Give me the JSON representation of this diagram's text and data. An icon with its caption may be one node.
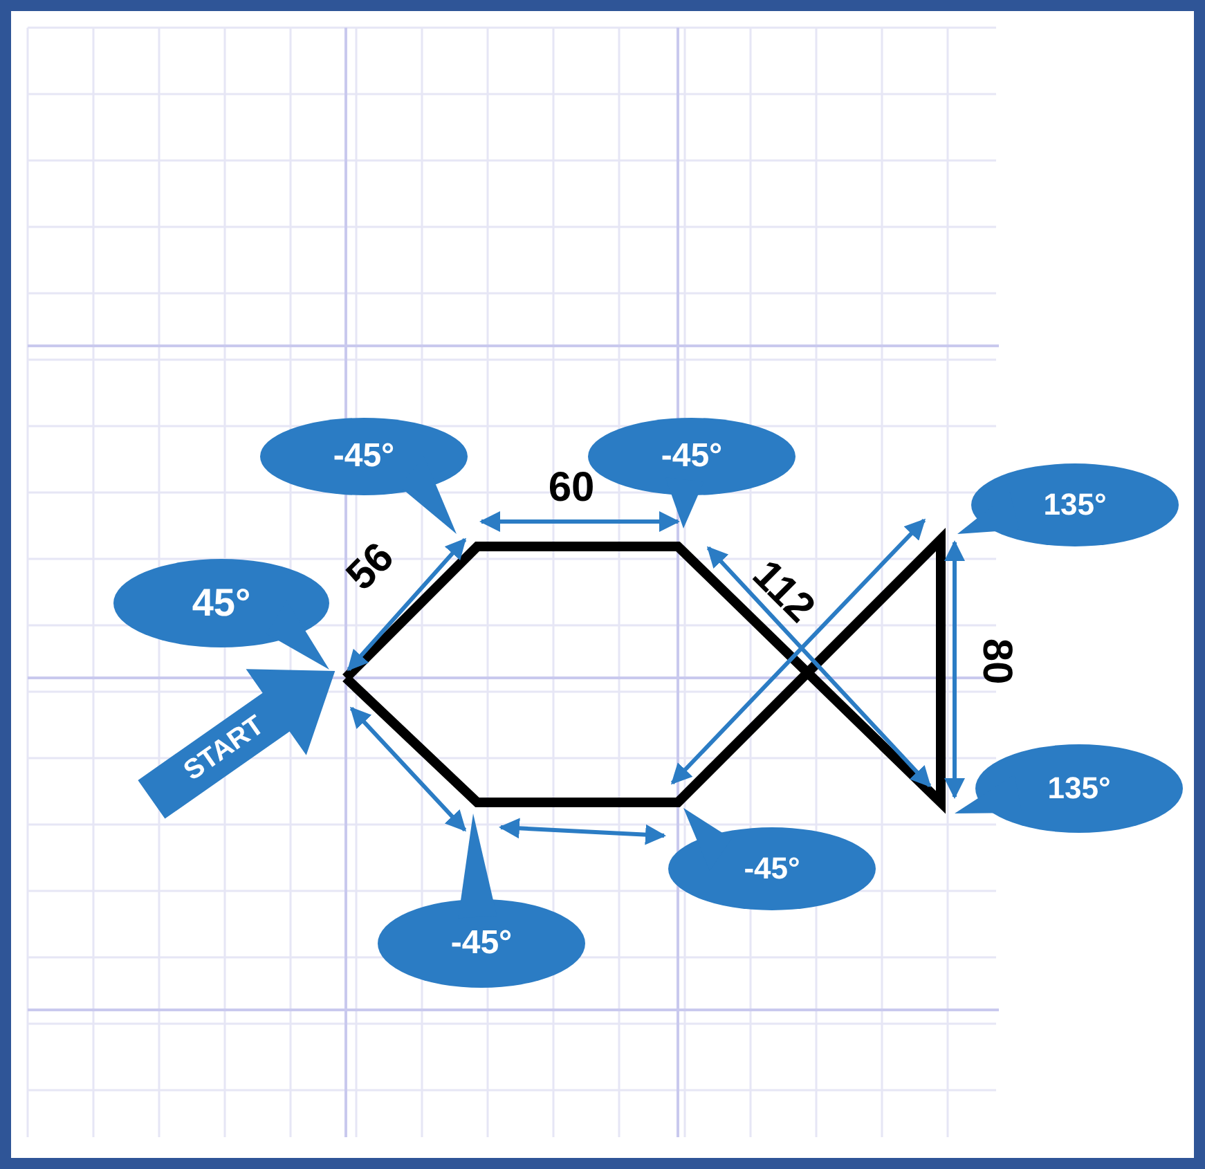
{
  "diagram": {
    "labels": [
      "-45°",
      "60",
      "-45°",
      "135°",
      "56",
      "45°",
      "112",
      "80",
      "START",
      "135°",
      "-45°",
      "-45°"
    ]
  }
}
